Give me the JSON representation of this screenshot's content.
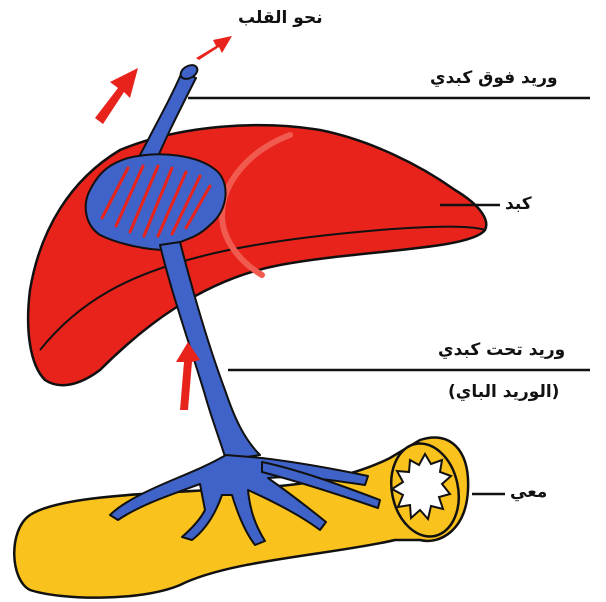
{
  "labels": {
    "to_heart": "نحو القلب",
    "hepatic_vein": "وريد فوق كبدي",
    "liver": "كبد",
    "portal_vein_line1": "وريد تحت كبدي",
    "portal_vein_line2": "(الوريد الباي)",
    "intestine": "معي"
  },
  "colors": {
    "liver": "#e8231c",
    "liver_highlight": "#f15a4f",
    "vein": "#3f63c9",
    "intestine": "#f9c21d",
    "arrow": "#e8231c",
    "outline": "#111111"
  }
}
